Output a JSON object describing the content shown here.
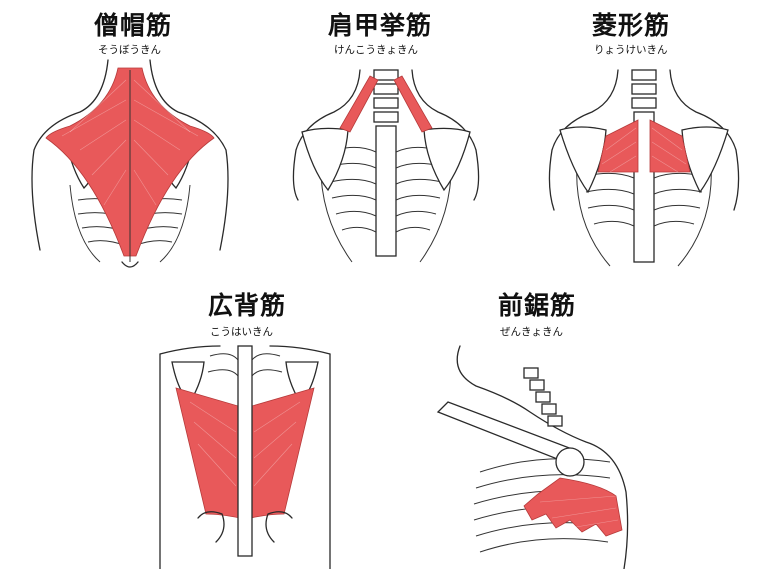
{
  "diagram": {
    "muscles": [
      {
        "id": "trapezius",
        "name": "僧帽筋",
        "reading": "そうぼうきん"
      },
      {
        "id": "levator",
        "name": "肩甲挙筋",
        "reading": "けんこうきょきん"
      },
      {
        "id": "rhomboid",
        "name": "菱形筋",
        "reading": "りょうけいきん"
      },
      {
        "id": "latissimus",
        "name": "広背筋",
        "reading": "こうはいきん"
      },
      {
        "id": "serratus",
        "name": "前鋸筋",
        "reading": "ぜんきょきん"
      }
    ],
    "colors": {
      "muscle": "#e8595a",
      "outline": "#2a2a2a"
    }
  }
}
